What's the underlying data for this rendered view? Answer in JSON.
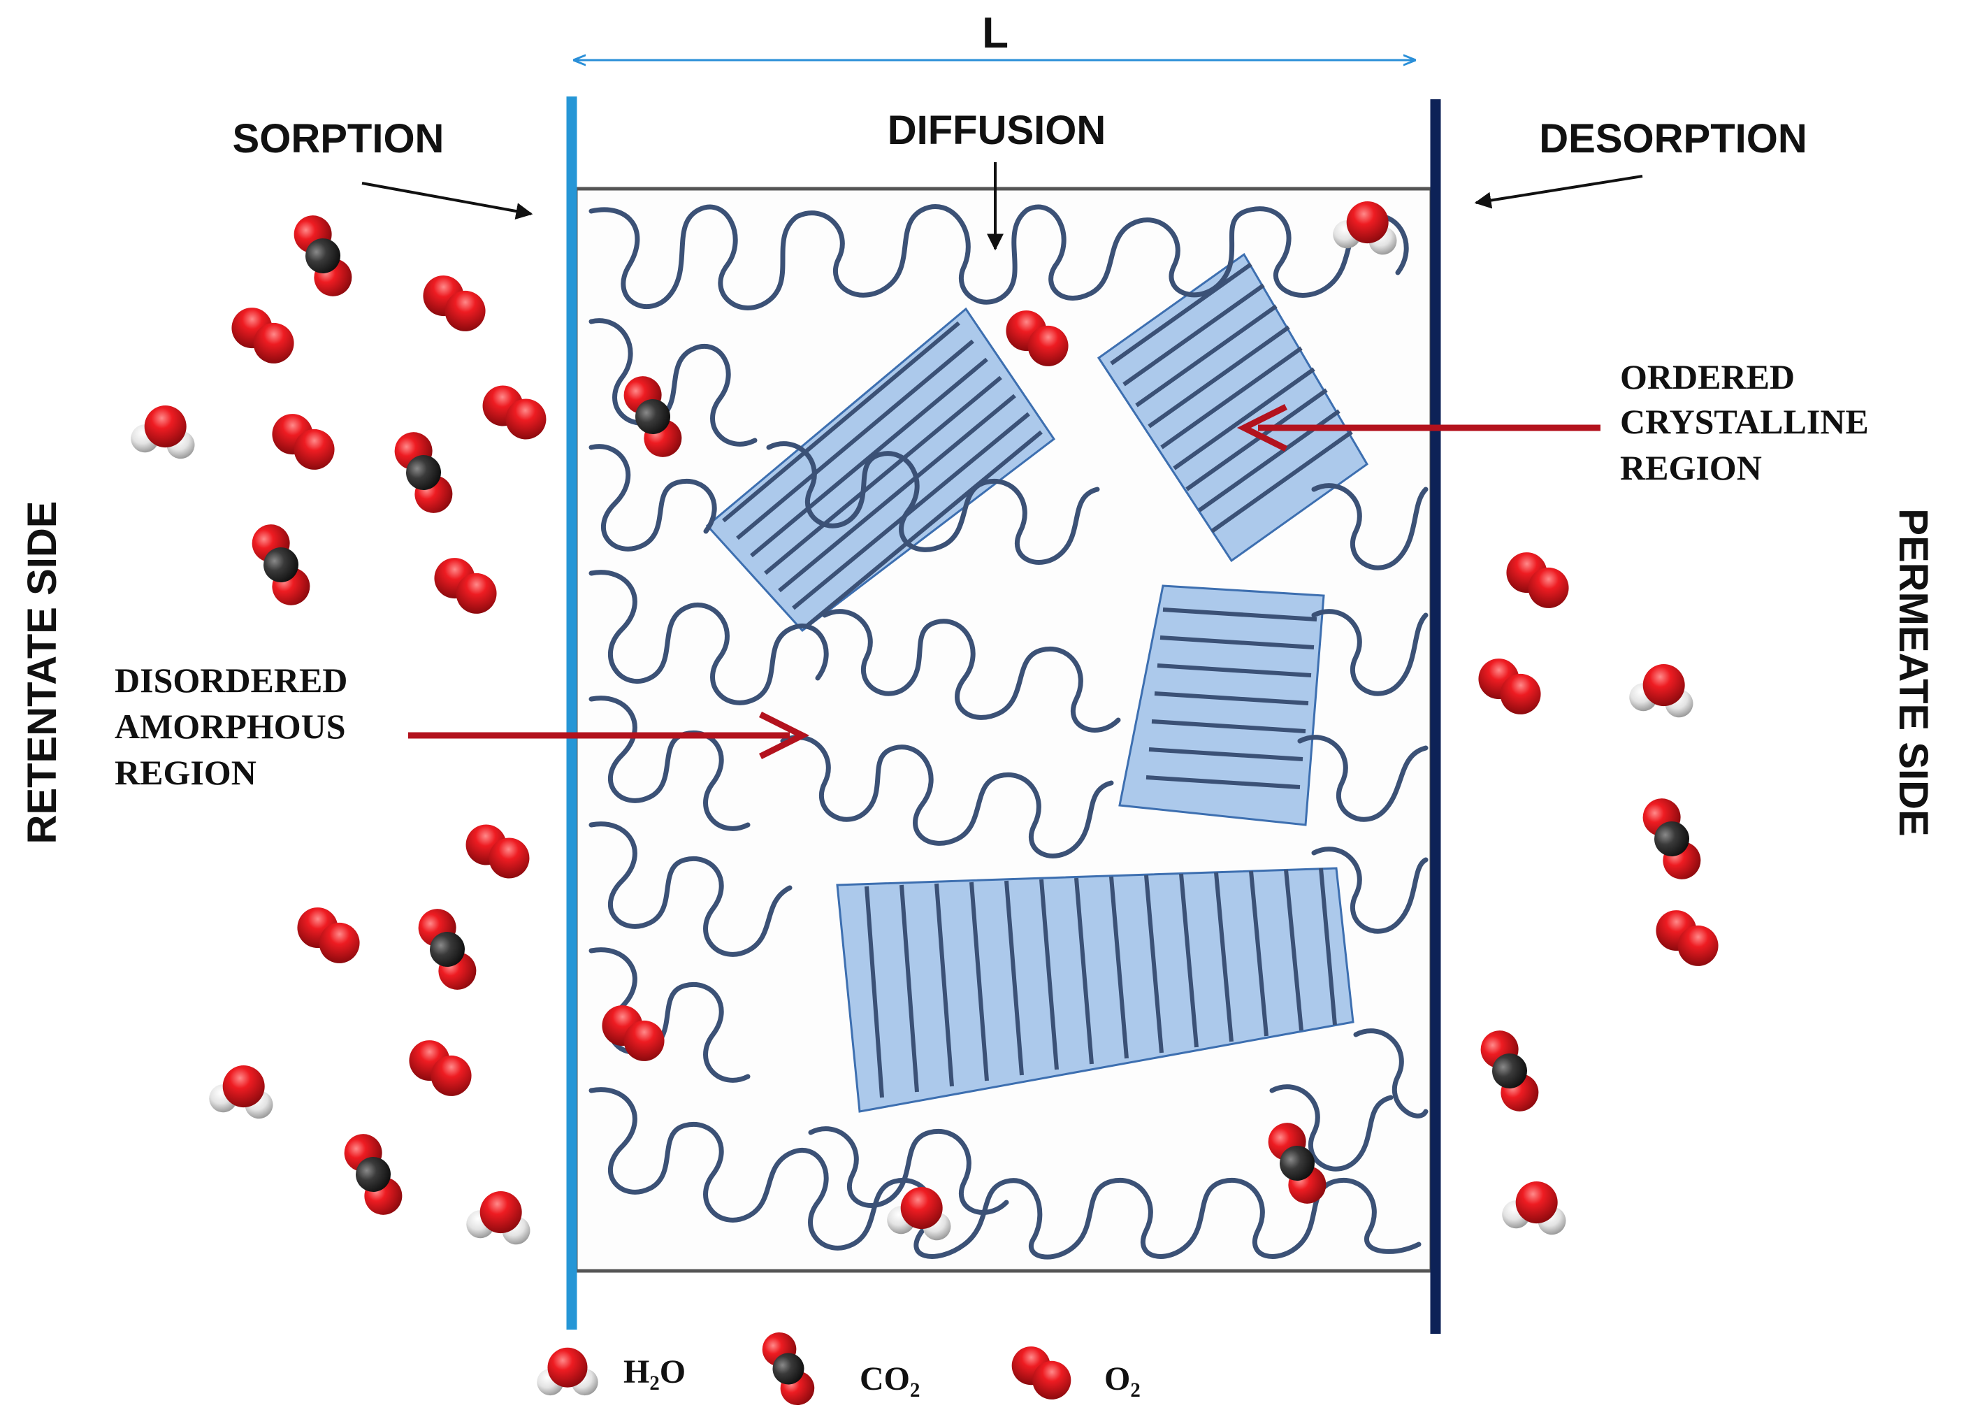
{
  "labels": {
    "length": "L",
    "sorption": "SORPTION",
    "diffusion": "DIFFUSION",
    "desorption": "DESORPTION",
    "retentate": "RETENTATE SIDE",
    "permeate": "PERMEATE SIDE",
    "ordered": [
      "ORDERED",
      "CRYSTALLINE",
      "REGION"
    ],
    "disordered": [
      "DISORDERED",
      "AMORPHOUS",
      "REGION"
    ]
  },
  "legend": {
    "h2o": "H₂O",
    "co2": "CO₂",
    "o2": "O₂"
  },
  "colors": {
    "retentate_wall": "#2596d6",
    "permeate_wall": "#0d2257",
    "polymer_chain": "#3b5176",
    "crystalline_fill": "#6a9fdd",
    "arrow_red": "#b3121d",
    "dimension_arrow": "#2a8fd8",
    "oxygen_atom": "#e0141a",
    "carbon_atom": "#2b2b2b",
    "hydrogen_atom": "#e6e6e6"
  },
  "molecule_icons": [
    "water-molecule-icon",
    "carbon-dioxide-molecule-icon",
    "oxygen-molecule-icon"
  ]
}
